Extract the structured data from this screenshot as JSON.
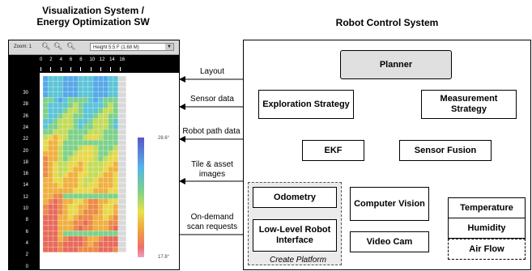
{
  "titles": {
    "viz_line1": "Visualization System /",
    "viz_line2": "Energy Optimization SW",
    "rcs": "Robot Control System"
  },
  "viz": {
    "zoom_label": "Zoom: 1",
    "height_select": "Height 5.5 F (1.68 M)",
    "ruler_ticks": [
      "0",
      "2",
      "4",
      "6",
      "8",
      "10",
      "12",
      "14",
      "16"
    ],
    "y_ticks": [
      "30",
      "28",
      "26",
      "24",
      "22",
      "20",
      "18",
      "16",
      "14",
      "12",
      "10",
      "8",
      "6",
      "4",
      "2",
      "0"
    ],
    "scale_max": "28.6°",
    "scale_min": "17.8°"
  },
  "flows": {
    "layout": "Layout",
    "sensor_data": "Sensor data",
    "robot_path": "Robot path data",
    "tile_line1": "Tile & asset",
    "tile_line2": "images",
    "scan_line1": "On-demand",
    "scan_line2": "scan requests"
  },
  "rcs": {
    "planner": "Planner",
    "exploration": "Exploration Strategy",
    "measurement": "Measurement Strategy",
    "ekf": "EKF",
    "sensor_fusion": "Sensor Fusion",
    "odometry": "Odometry",
    "computer_vision": "Computer Vision",
    "low_level": "Low-Level Robot Interface",
    "video_cam": "Video Cam",
    "temperature": "Temperature",
    "humidity": "Humidity",
    "air_flow": "Air Flow",
    "create_platform": "Create Platform"
  },
  "colors": {
    "planner_fill": "#e0e0e0",
    "create_fill": "#ebebeb"
  }
}
